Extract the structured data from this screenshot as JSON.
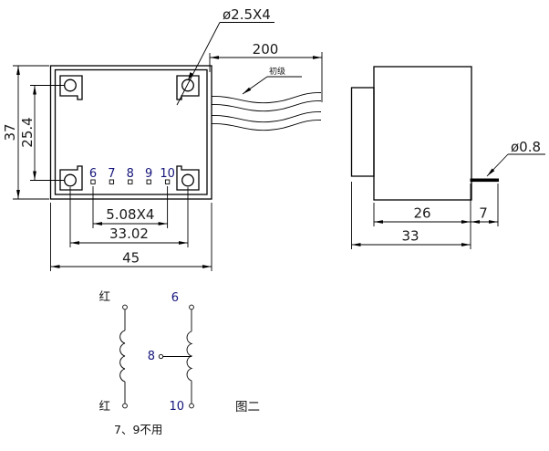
{
  "front_view": {
    "hole_callout": "ø2.5X4",
    "lead_length": "200",
    "lead_label": "初级",
    "dim_height": "37",
    "dim_hole_spacing_v": "25.4",
    "dim_pin_pitch": "5.08X4",
    "dim_hole_spacing_h": "33.02",
    "dim_width": "45",
    "pins": [
      "6",
      "7",
      "8",
      "9",
      "10"
    ]
  },
  "side_view": {
    "pin_dia_callout": "ø0.8",
    "dim_body_depth": "26",
    "dim_pin_protrusion": "7",
    "dim_total_depth": "33"
  },
  "schematic": {
    "primary_top_label": "红",
    "primary_bottom_label": "红",
    "secondary_top_pin": "6",
    "secondary_tap_pin": "8",
    "secondary_bottom_pin": "10",
    "figure_caption": "图二",
    "note": "7、9不用"
  },
  "colors": {
    "line": "#000000",
    "dim_text": "#1a1a1a",
    "pin_number": "#14147a"
  }
}
